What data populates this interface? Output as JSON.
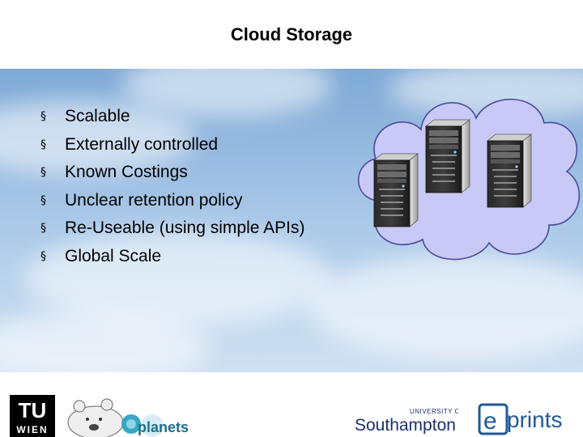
{
  "slide": {
    "title": "Cloud Storage",
    "bullet_marker": "§",
    "bullets": [
      "Scalable",
      "Externally controlled",
      "Known Costings",
      "Unclear retention policy",
      "Re-Useable (using simple APIs)",
      "Global Scale"
    ]
  },
  "graphic": {
    "cloud_fill": "#c9c9f7",
    "cloud_stroke": "#4a4a9a",
    "server_icon": "server-tower-icon",
    "server_count": 3
  },
  "footer": {
    "logos": {
      "tu": {
        "icon": "tu-wien-logo",
        "text_top": "TU",
        "text_bottom": "WIEN"
      },
      "bear": {
        "icon": "polar-bear-logo"
      },
      "planets": {
        "icon": "planets-logo",
        "text": "planets"
      },
      "southampton": {
        "icon": "university-of-southampton-logo",
        "small_text": "UNIVERSITY OF",
        "text": "Southampton"
      },
      "eprints": {
        "icon": "eprints-logo",
        "text": "prints"
      }
    }
  },
  "colors": {
    "sky_top": "#7fa9d6",
    "sky_bottom": "#cfe0f1",
    "southampton_blue": "#1a2f6b",
    "eprints_blue": "#1f5a96",
    "planets_teal": "#38a7c4"
  }
}
